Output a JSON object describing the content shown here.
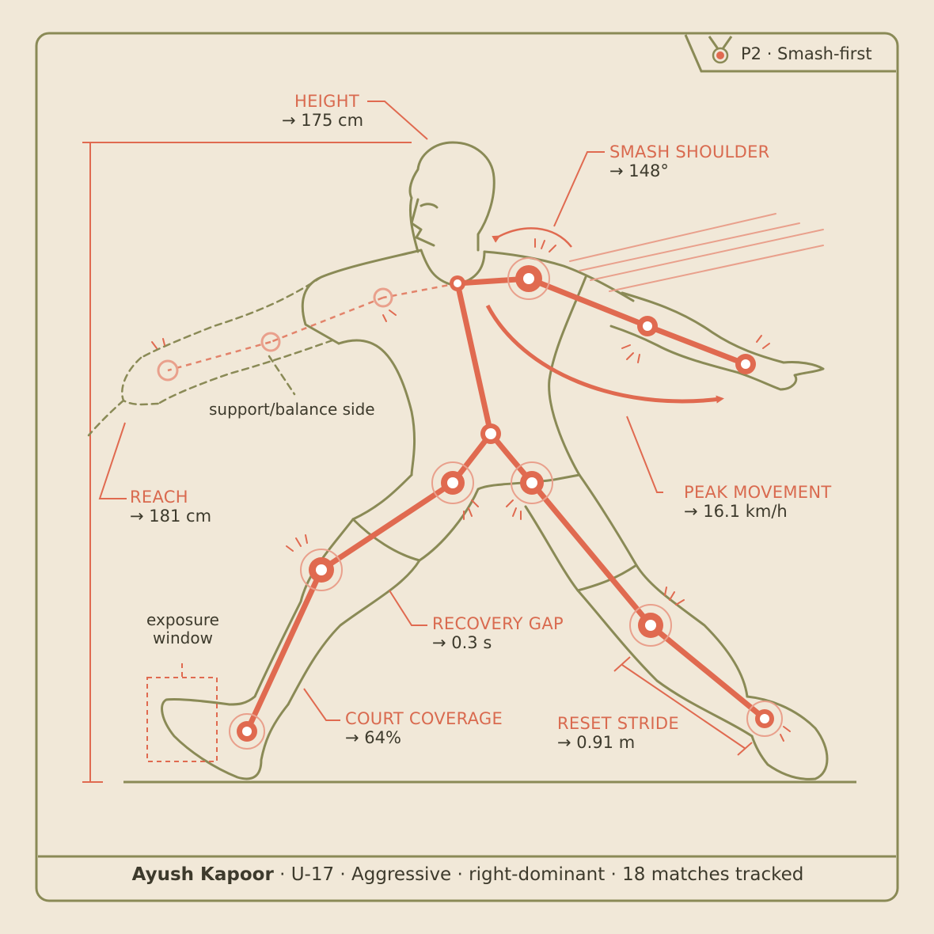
{
  "badge": {
    "label": "P2 · Smash-first"
  },
  "metrics": {
    "height": {
      "title": "HEIGHT",
      "value": "→ 175 cm"
    },
    "smash_shoulder": {
      "title": "SMASH SHOULDER",
      "value": "→ 148°"
    },
    "reach": {
      "title": "REACH",
      "value": "→ 181 cm"
    },
    "peak_movement": {
      "title": "PEAK MOVEMENT",
      "value": "→ 16.1 km/h"
    },
    "recovery_gap": {
      "title": "RECOVERY GAP",
      "value": "→ 0.3 s"
    },
    "court_coverage": {
      "title": "COURT COVERAGE",
      "value": "→ 64%"
    },
    "reset_stride": {
      "title": "RESET STRIDE",
      "value": "→ 0.91 m"
    }
  },
  "notes": {
    "support_side": "support/balance side",
    "exposure_line1": "exposure",
    "exposure_line2": "window"
  },
  "footer": {
    "name": "Ayush Kapoor",
    "details": " · U-17 · Aggressive · right-dominant · 18 matches tracked"
  },
  "colors": {
    "background": "#f1e8d8",
    "outline": "#8a8a56",
    "accent": "#e06a50",
    "text": "#3d3a2c"
  }
}
